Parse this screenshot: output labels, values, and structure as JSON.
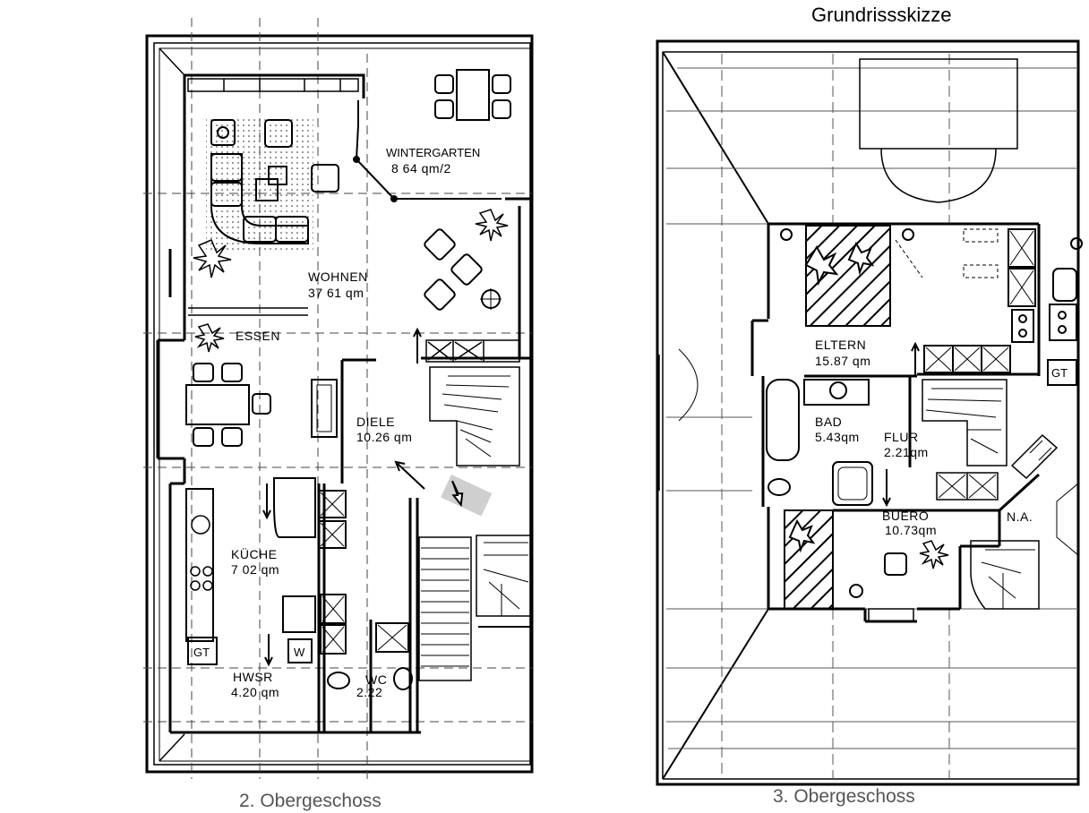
{
  "title": "Grundrissskizze",
  "floors": [
    {
      "caption": "2. Obergeschoss",
      "rooms": [
        {
          "name": "WINTERGARTEN",
          "area": "8 64 qm/2"
        },
        {
          "name": "WOHNEN",
          "area": "37 61 qm"
        },
        {
          "name": "ESSEN",
          "area": ""
        },
        {
          "name": "DIELE",
          "area": "10.26 qm"
        },
        {
          "name": "KÜCHE",
          "area": "7 02 qm"
        },
        {
          "name": "HWSR",
          "area": "4.20 qm"
        },
        {
          "name": "WC",
          "area": "2.22"
        }
      ],
      "fixtures": {
        "gt": "GT",
        "w": "W"
      }
    },
    {
      "caption": "3. Obergeschoss",
      "rooms": [
        {
          "name": "ELTERN",
          "area": "15.87 qm"
        },
        {
          "name": "BAD",
          "area": "5.43qm"
        },
        {
          "name": "FLUR",
          "area": "2.21qm"
        },
        {
          "name": "BUERO",
          "area": "10.73qm"
        },
        {
          "name": "N.A.",
          "area": ""
        }
      ],
      "fixtures": {
        "gt": "GT"
      }
    }
  ]
}
